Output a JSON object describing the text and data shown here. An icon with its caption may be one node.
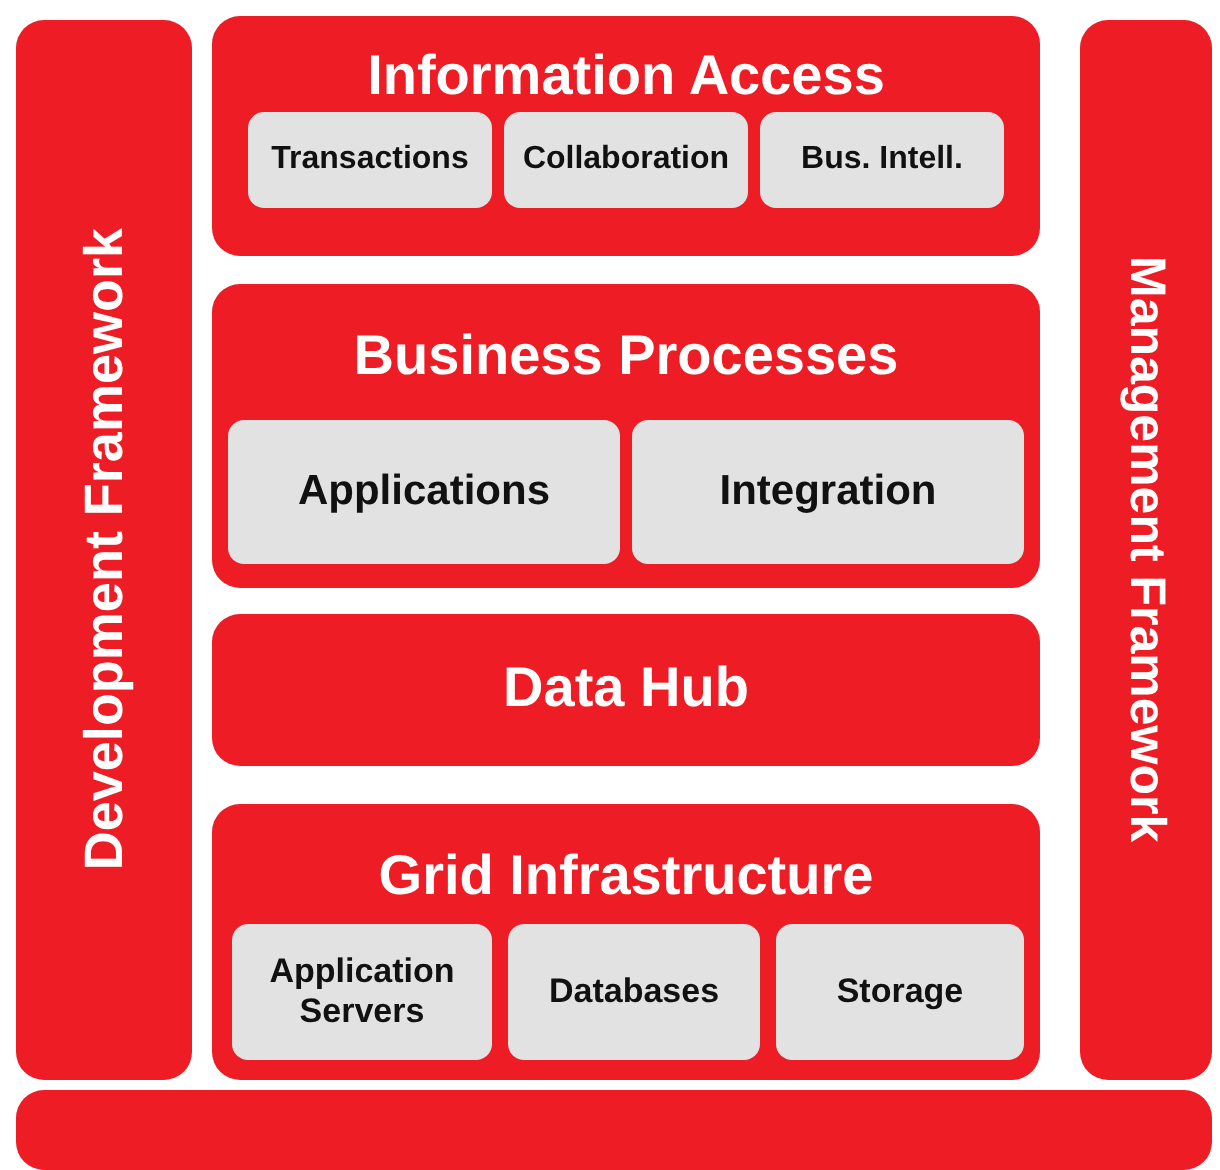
{
  "diagram": {
    "nodes": [
      {
        "text": [
          "Development Framework"
        ]
      },
      {
        "text": [
          "Information Access"
        ]
      },
      {
        "text": [
          "Transactions"
        ],
        "in": 1
      },
      {
        "text": [
          "Collaboration"
        ],
        "in": 1
      },
      {
        "text": [
          "Bus. Intell."
        ],
        "in": 1
      },
      {
        "text": [
          "Business Processes"
        ]
      },
      {
        "text": [
          "Applications"
        ],
        "in": 5
      },
      {
        "text": [
          "Integration"
        ],
        "in": 5
      },
      {
        "text": [
          "Data Hub"
        ]
      },
      {
        "text": [
          "Grid Infrastructure"
        ]
      },
      {
        "text": [
          "Application Servers"
        ],
        "in": 9
      },
      {
        "text": [
          "Databases"
        ],
        "in": 9
      },
      {
        "text": [
          "Storage"
        ],
        "in": 9
      },
      {
        "text": [
          "Management Framework"
        ]
      },
      {
        "text": [],
        "shape": "bar"
      }
    ]
  }
}
